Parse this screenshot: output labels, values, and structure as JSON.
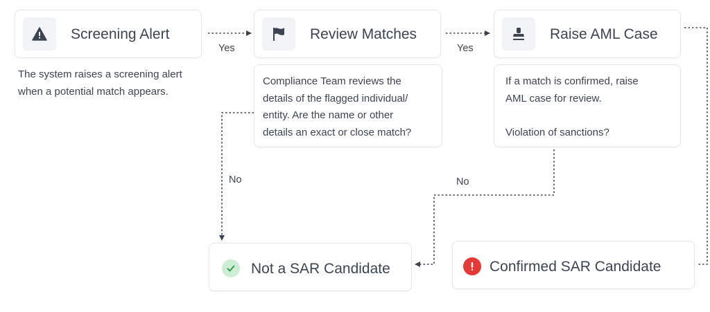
{
  "nodes": {
    "screening_alert": {
      "title": "Screening Alert",
      "icon": "warning-icon",
      "description_lines": [
        "The system raises a screening alert",
        "when a potential match appears."
      ]
    },
    "review_matches": {
      "title": "Review Matches",
      "icon": "flag-icon",
      "description_lines": [
        "Compliance Team reviews the",
        "details of the flagged individual/",
        "entity. Are the name or other",
        "details an exact or close match?"
      ]
    },
    "raise_aml_case": {
      "title": "Raise AML Case",
      "icon": "stamp-icon",
      "description_lines": [
        "If a match is confirmed, raise",
        "AML case for review.",
        "",
        "Violation of sanctions?"
      ]
    },
    "not_sar": {
      "title": "Not a SAR Candidate",
      "icon": "check-circle-icon"
    },
    "confirmed_sar": {
      "title": "Confirmed SAR Candidate",
      "icon": "exclamation-circle-icon"
    }
  },
  "edges": {
    "alert_to_review": "Yes",
    "review_to_aml": "Yes",
    "review_to_not_sar": "No",
    "aml_to_not_sar": "No"
  },
  "colors": {
    "text": "#3d4451",
    "border": "#e3e6ea",
    "icon_bg": "#f1f3f6",
    "check_bg": "#cdeed3",
    "check_fg": "#2f9d4a",
    "alert_red": "#e53935",
    "connector": "#3d4451"
  }
}
